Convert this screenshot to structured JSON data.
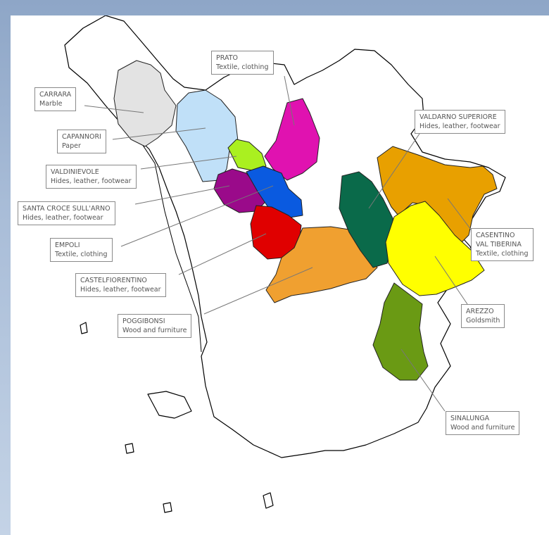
{
  "colors": {
    "carrara": "#e3e3e3",
    "capannori": "#c0e0f8",
    "prato": "#e012b0",
    "valdinievole": "#aaf020",
    "santa_croce": "#9a0a8a",
    "empoli": "#0a5ae0",
    "castelfiorentino": "#e00000",
    "poggibonsi": "#f0a030",
    "valdarno": "#0a6a4a",
    "casentino": "#e8a000",
    "arezzo": "#ffff00",
    "sinalunga": "#6a9a14"
  },
  "labels": {
    "prato": {
      "name": "PRATO",
      "industry": "Textile, clothing"
    },
    "carrara": {
      "name": "CARRARA",
      "industry": "Marble"
    },
    "capannori": {
      "name": "CAPANNORI",
      "industry": "Paper"
    },
    "valdinievole": {
      "name": "VALDINIEVOLE",
      "industry": "Hides, leather, footwear"
    },
    "santa_croce": {
      "name": "SANTA CROCE SULL'ARNO",
      "industry": "Hides, leather, footwear"
    },
    "empoli": {
      "name": "EMPOLI",
      "industry": "Textile, clothing"
    },
    "castelfiorentino": {
      "name": "CASTELFIORENTINO",
      "industry": "Hides, leather, footwear"
    },
    "poggibonsi": {
      "name": "POGGIBONSI",
      "industry": "Wood and furniture"
    },
    "valdarno": {
      "name": "VALDARNO SUPERIORE",
      "industry": "Hides, leather, footwear"
    },
    "casentino": {
      "name": "CASENTINO",
      "name2": "VAL TIBERINA",
      "industry": "Textile, clothing"
    },
    "arezzo": {
      "name": "AREZZO",
      "industry": "Goldsmith"
    },
    "sinalunga": {
      "name": "SINALUNGA",
      "industry": "Wood and furniture"
    }
  }
}
